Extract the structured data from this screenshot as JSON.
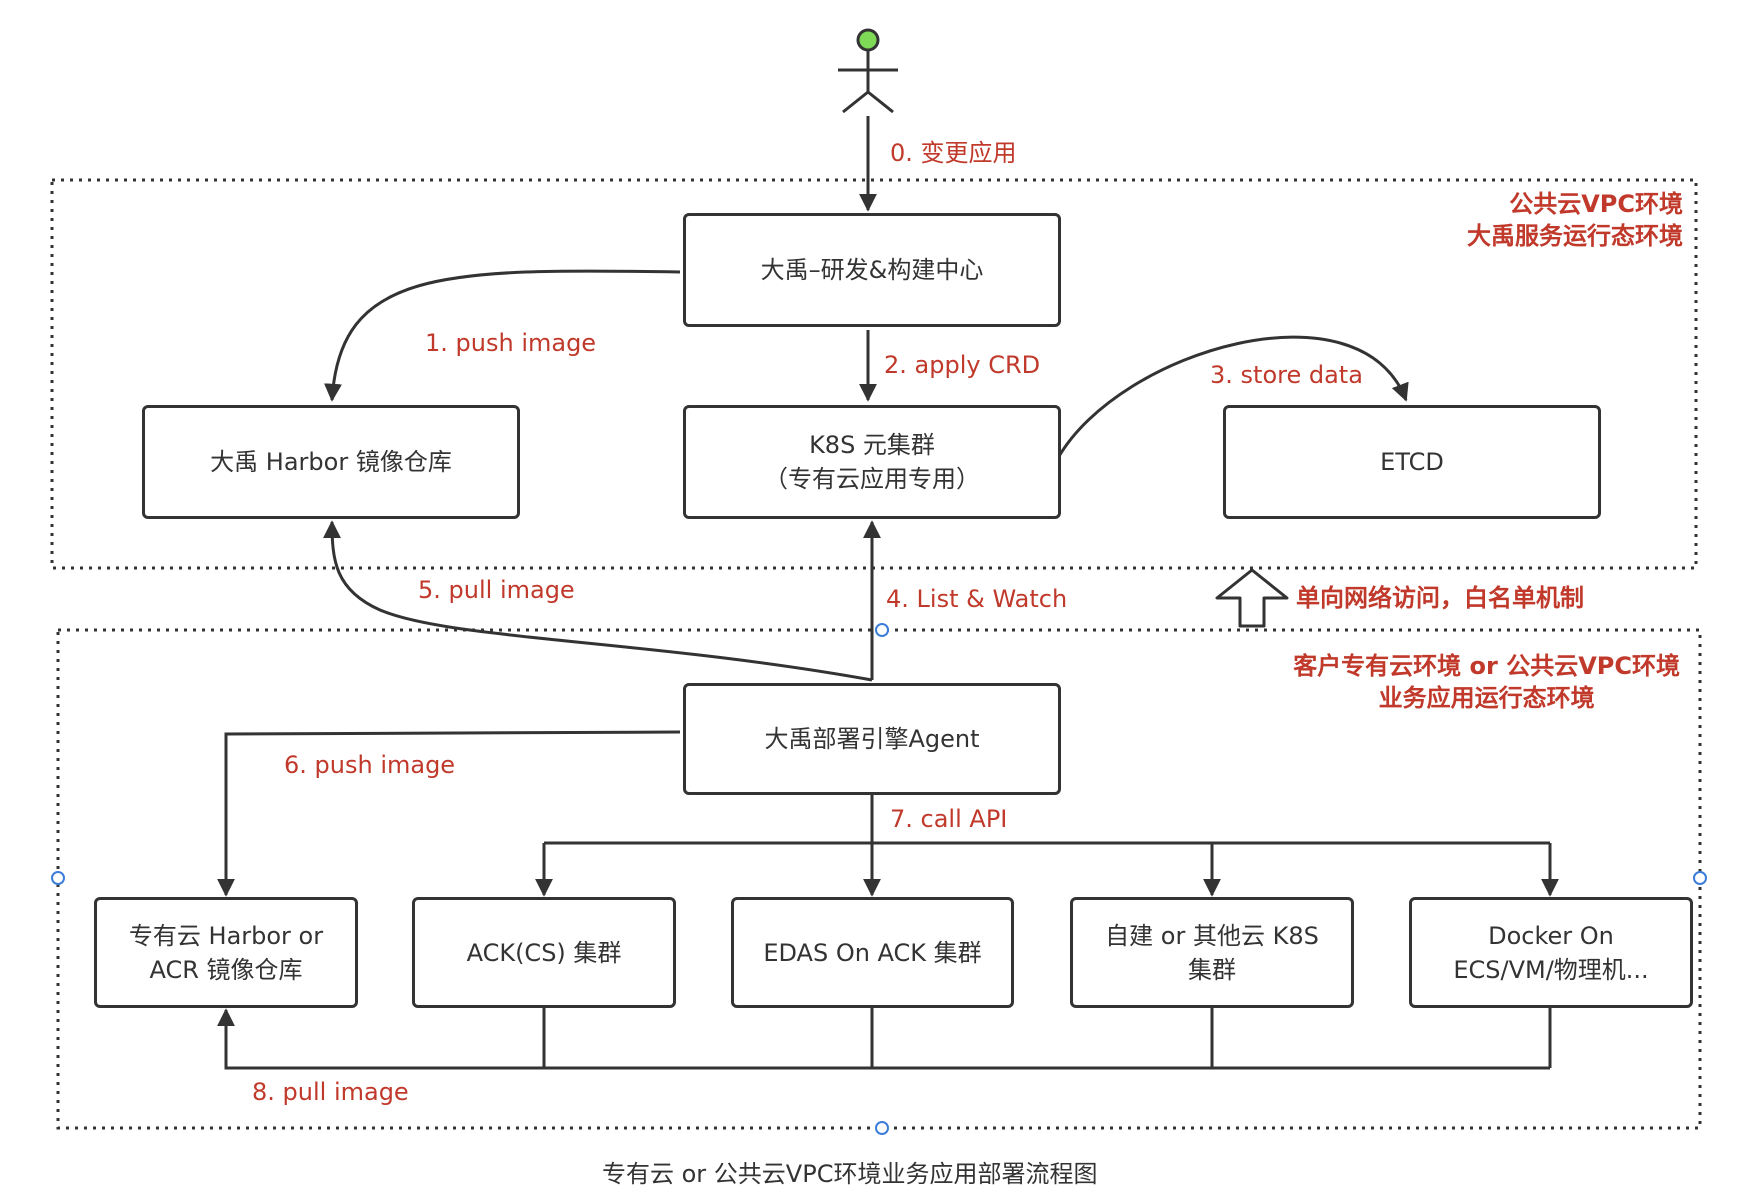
{
  "zones": {
    "public": {
      "line1": "公共云VPC环境",
      "line2": "大禹服务运行态环境"
    },
    "customer": {
      "line1": "客户专有云环境 or 公共云VPC环境",
      "line2": "业务应用运行态环境"
    },
    "gateway_note": "单向网络访问，白名单机制"
  },
  "nodes": {
    "devcenter": "大禹–研发&构建中心",
    "harbor": "大禹 Harbor 镜像仓库",
    "k8s_line1": "K8S 元集群",
    "k8s_line2": "（专有云应用专用）",
    "etcd": "ETCD",
    "agent": "大禹部署引擎Agent",
    "private_harbor_line1": "专有云 Harbor or",
    "private_harbor_line2": "ACR 镜像仓库",
    "ack": "ACK(CS) 集群",
    "edas": "EDAS On ACK 集群",
    "selfk8s_line1": "自建 or 其他云 K8S",
    "selfk8s_line2": "集群",
    "docker_line1": "Docker On",
    "docker_line2": "ECS/VM/物理机..."
  },
  "edges": {
    "e0": "0. 变更应用",
    "e1": "1. push image",
    "e2": "2. apply CRD",
    "e3": "3. store data",
    "e4": "4. List & Watch",
    "e5": "5. pull image",
    "e6": "6. push image",
    "e7": "7. call API",
    "e8": "8. pull image"
  },
  "caption": "专有云 or 公共云VPC环境业务应用部署流程图",
  "colors": {
    "label": "#c0392b",
    "line": "#333333",
    "actor_head": "#7ed957",
    "handle": "#3b7dd8"
  }
}
